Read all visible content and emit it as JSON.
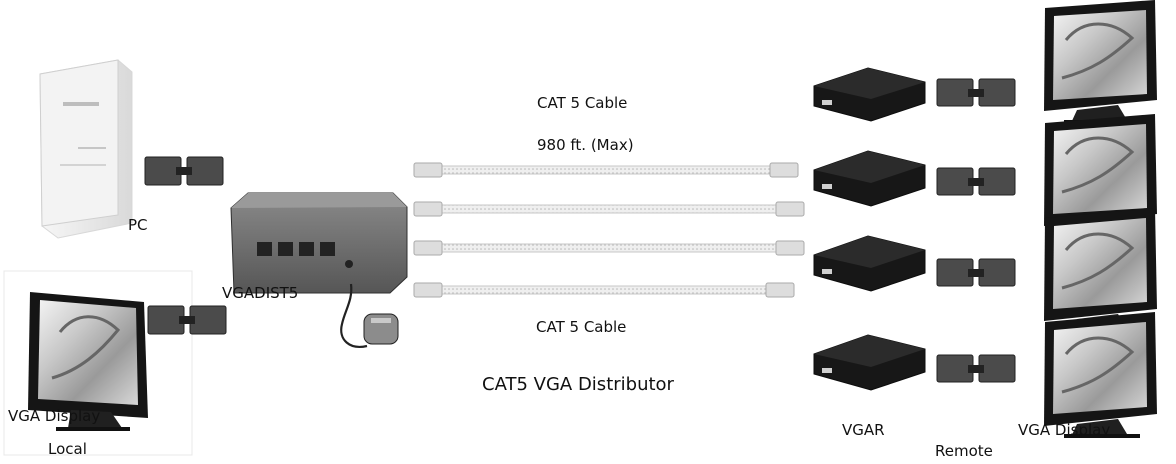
{
  "labels": {
    "pc": "PC",
    "vgadist5": "VGADIST5",
    "cable_top_1": "CAT 5  Cable",
    "cable_top_2": "980 ft. (Max)",
    "cable_bottom": "CAT 5  Cable",
    "title": "CAT5 VGA Distributor",
    "local_display": "VGA Display",
    "local": "Local",
    "vgar": "VGAR",
    "remote": "Remote",
    "remote_display": "VGA Display"
  },
  "colors": {
    "device_dark": "#1f1f1f",
    "device_body": "#6f6f6f",
    "cable": "#d5d5d5",
    "text": "#111111"
  }
}
